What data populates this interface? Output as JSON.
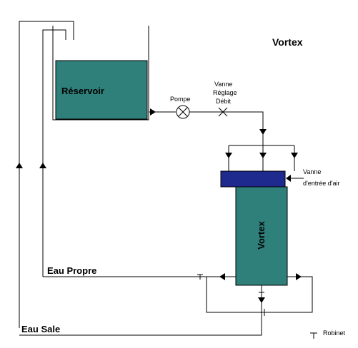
{
  "title": "Vortex",
  "reservoir": {
    "label": "Réservoir",
    "color": "#2f7f7a"
  },
  "pump": {
    "label": "Pompe"
  },
  "valve_flow": {
    "line1": "Vanne",
    "line2": "Réglage",
    "line3": "Débit"
  },
  "vortex": {
    "label": "Vortex",
    "body_color": "#2f7f7a",
    "cap_color": "#1f2a8f"
  },
  "valve_air": {
    "line1": "Vanne",
    "line2": "d'entrée d'air"
  },
  "clean_water": {
    "label": "Eau Propre"
  },
  "dirty_water": {
    "label": "Eau Sale"
  },
  "legend": {
    "label": "Robinet"
  }
}
